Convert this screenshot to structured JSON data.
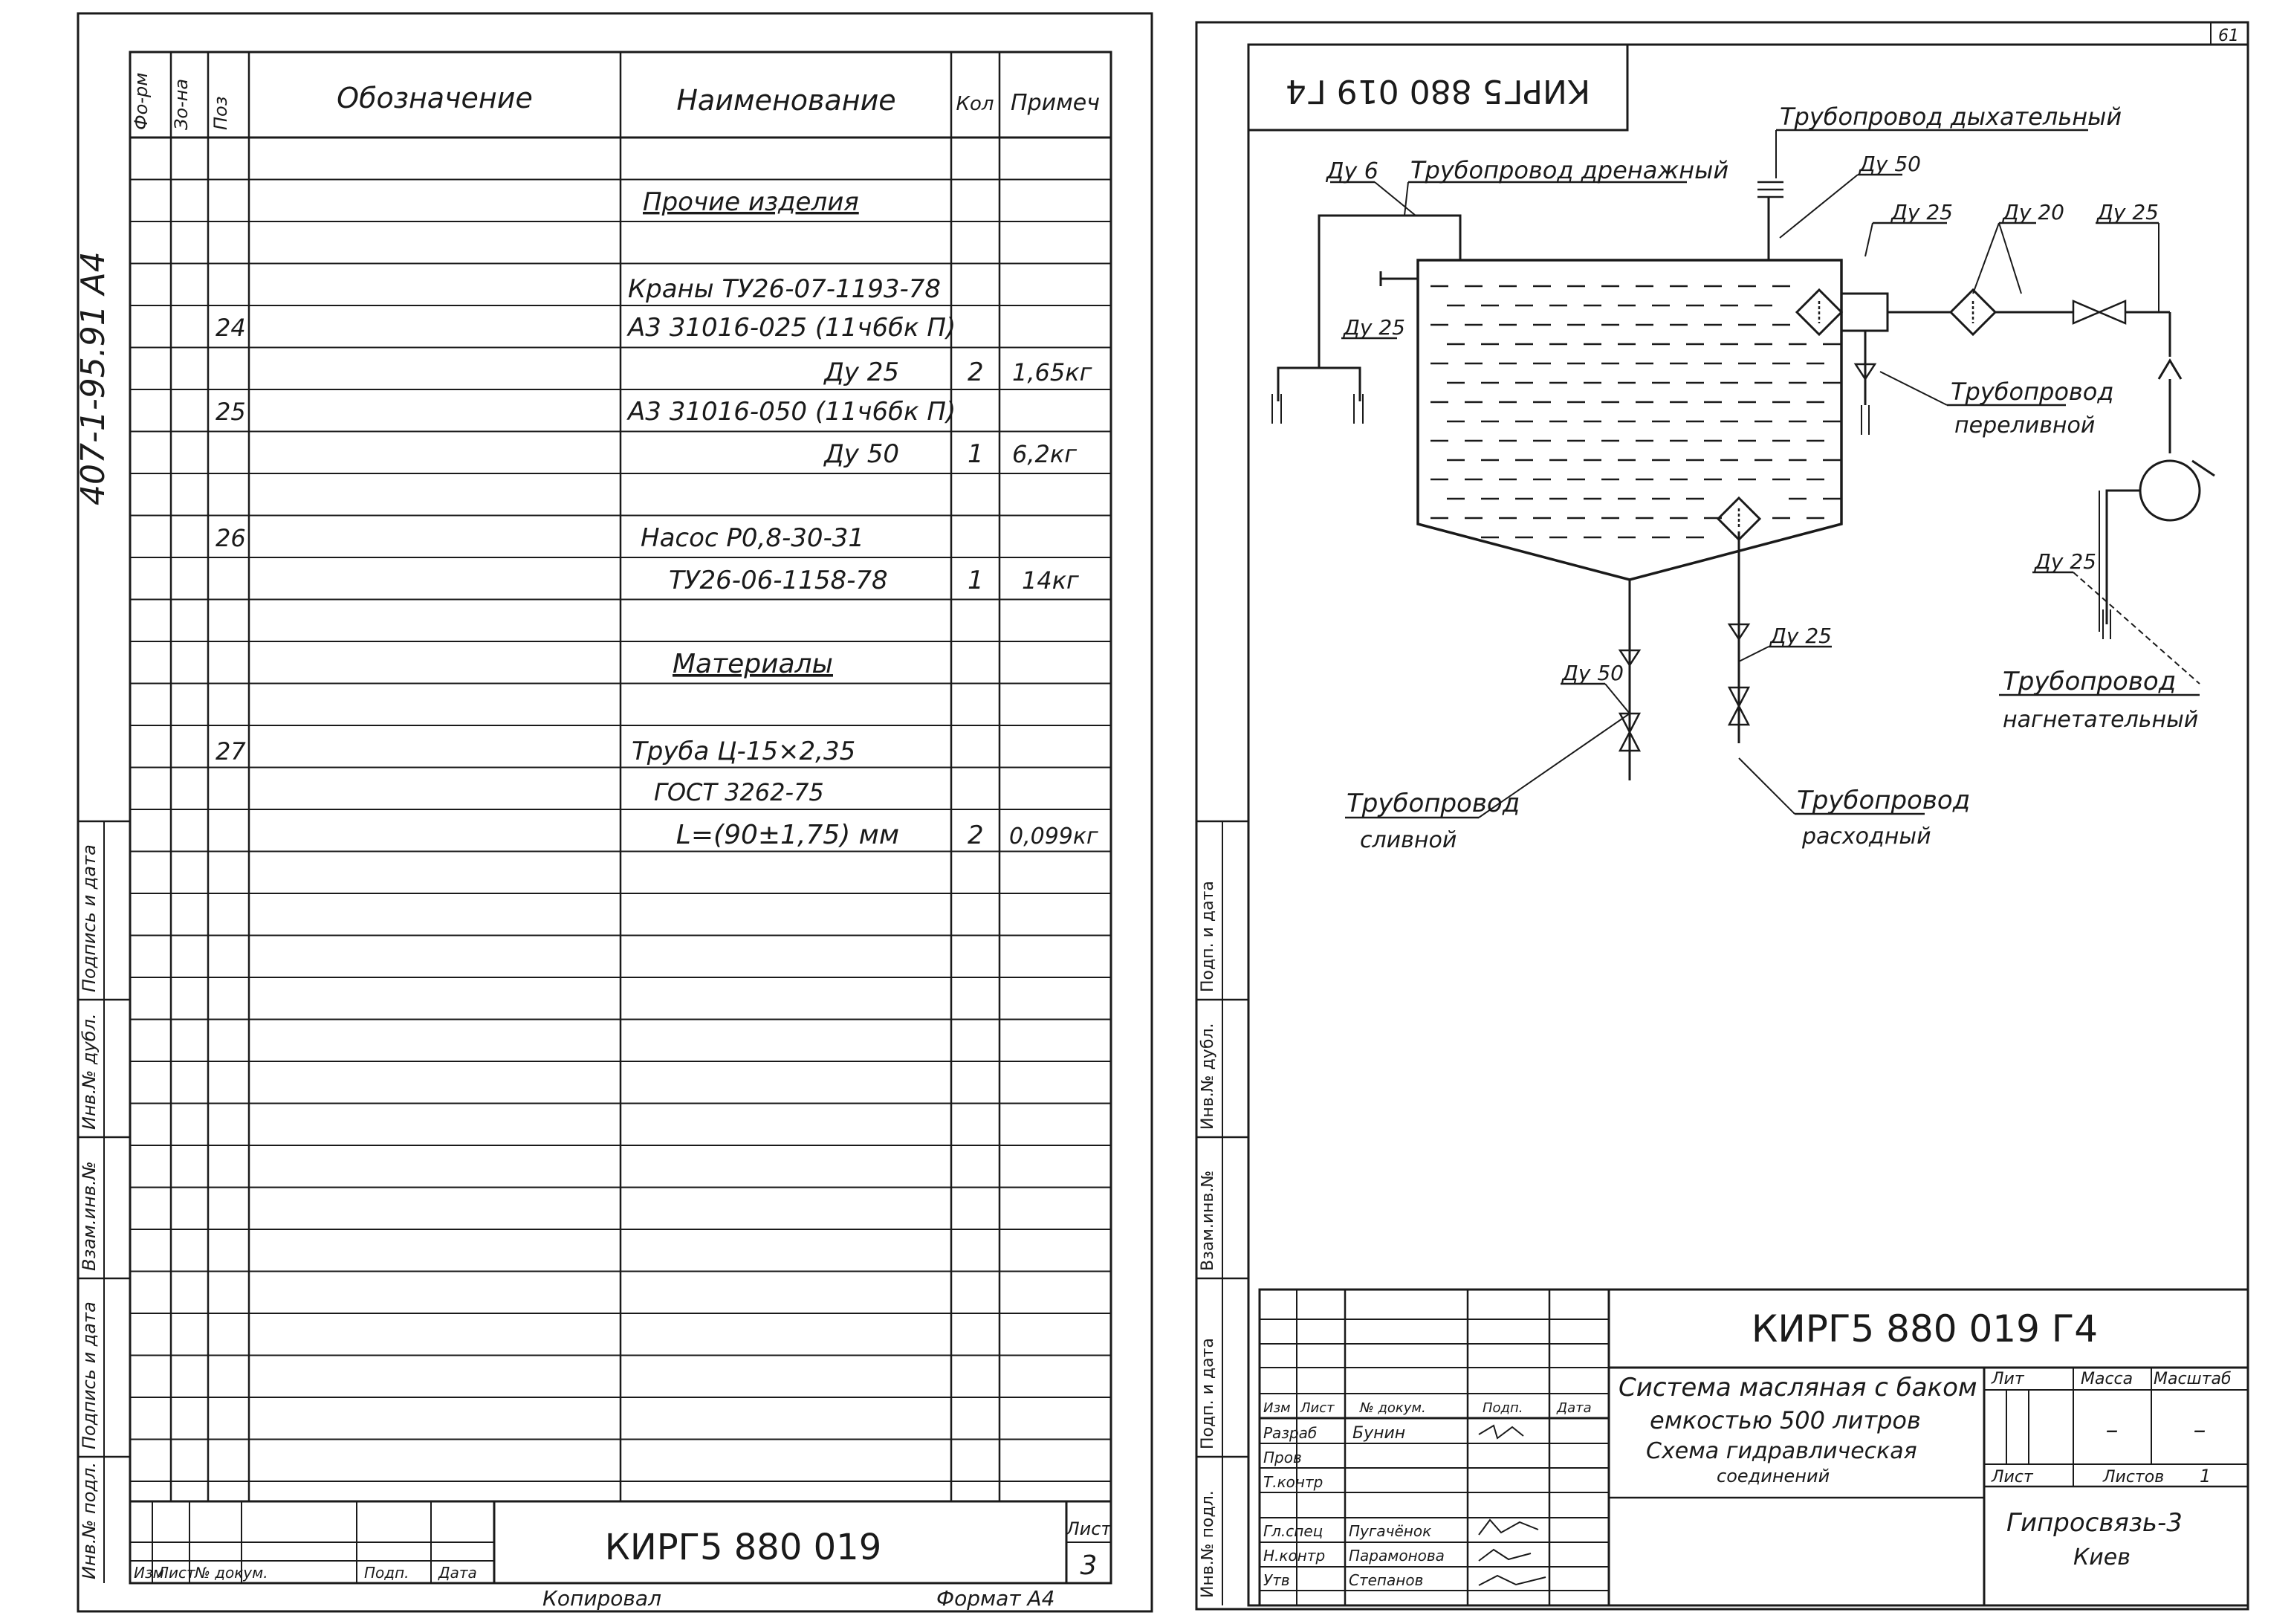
{
  "colors": {
    "ink": "#1a1a1a",
    "paper": "#ffffff"
  },
  "left_sheet": {
    "vertical_code": "407-1-95.91  А4",
    "columns": {
      "format": "Фо-рм",
      "zone": "Зо-на",
      "pos": "Поз",
      "designation": "Обозначение",
      "name": "Наименование",
      "qty": "Кол",
      "note": "Примеч"
    },
    "rows": [
      {
        "pos": "",
        "name": "Прочие изделия",
        "qty": "",
        "note": ""
      },
      {
        "pos": "",
        "name": "Краны ТУ26-07-1193-78",
        "qty": "",
        "note": ""
      },
      {
        "pos": "24",
        "name": "А3 31016-025 (11ч6бк П)",
        "qty": "",
        "note": ""
      },
      {
        "pos": "",
        "name": "Ду 25",
        "qty": "2",
        "note": "1,65кг"
      },
      {
        "pos": "25",
        "name": "А3 31016-050 (11ч6бк П)",
        "qty": "",
        "note": ""
      },
      {
        "pos": "",
        "name": "Ду 50",
        "qty": "1",
        "note": "6,2кг"
      },
      {
        "pos": "26",
        "name": "Насос Р0,8-30-31",
        "qty": "",
        "note": ""
      },
      {
        "pos": "",
        "name": "ТУ26-06-1158-78",
        "qty": "1",
        "note": "14кг"
      },
      {
        "pos": "",
        "name": "Материалы",
        "qty": "",
        "note": ""
      },
      {
        "pos": "27",
        "name": "Труба Ц-15×2,35",
        "qty": "",
        "note": ""
      },
      {
        "pos": "",
        "name": "ГОСТ 3262-75",
        "qty": "",
        "note": ""
      },
      {
        "pos": "",
        "name": "L=(90±1,75) мм",
        "qty": "2",
        "note": "0,099кг"
      }
    ],
    "side_stamp": [
      "Подпись и дата",
      "Инв.№ дубл.",
      "Взам.инв.№",
      "Подпись и дата",
      "Инв.№ подл."
    ],
    "title_code": "КИРГ5 880 019",
    "sheet_label": "Лист",
    "sheet_no": "3",
    "bottom_labels": [
      "Изм",
      "Лист",
      "№ докум.",
      "Подп.",
      "Дата"
    ],
    "copied": "Копировал",
    "format": "Формат А4"
  },
  "right_sheet": {
    "corner_no": "61",
    "mirrored_code": "КИРГ5 880 019 Г4",
    "labels": {
      "breather": "Трубопровод дыхательный",
      "drain": "Трубопровод дренажный",
      "overflow_1": "Трубопровод",
      "overflow_2": "переливной",
      "pressure_1": "Трубопровод",
      "pressure_2": "нагнетательный",
      "discharge_1": "Трубопровод",
      "discharge_2": "сливной",
      "supply_1": "Трубопровод",
      "supply_2": "расходный"
    },
    "dn": {
      "drain": "Ду 6",
      "drain_bottom": "Ду 25",
      "breather": "Ду 50",
      "outlet": "Ду 25",
      "filter": "Ду 20",
      "valve": "Ду 25",
      "pressure": "Ду 25",
      "supply": "Ду 25",
      "discharge": "Ду 50"
    },
    "side_stamp": [
      "Подп. и дата",
      "Инв.№ дубл.",
      "Взам.инв.№",
      "Подп. и дата",
      "Инв.№ подл."
    ],
    "title_block": {
      "code": "КИРГ5 880 019   Г4",
      "title_1": "Система масляная с баком",
      "title_2": "емкостью  500 литров",
      "title_3": "Схема  гидравлическая",
      "title_4": "соединений",
      "col_heads": [
        "Изм",
        "Лист",
        "№ докум.",
        "Подп.",
        "Дата"
      ],
      "roles": [
        "Разраб",
        "Пров",
        "Т.контр",
        "Гл.спец",
        "Н.контр",
        "Утв"
      ],
      "names": [
        "Бунин",
        "",
        "",
        "Пугачёнок",
        "Парамонова",
        "Степанов"
      ],
      "lit": "Лит",
      "mass": "Масса",
      "scale": "Масштаб",
      "mass_val": "–",
      "scale_val": "–",
      "sheet": "Лист",
      "sheets": "Листов",
      "sheets_val": "1",
      "org_1": "Гипросвязь-3",
      "org_2": "Киев"
    }
  }
}
